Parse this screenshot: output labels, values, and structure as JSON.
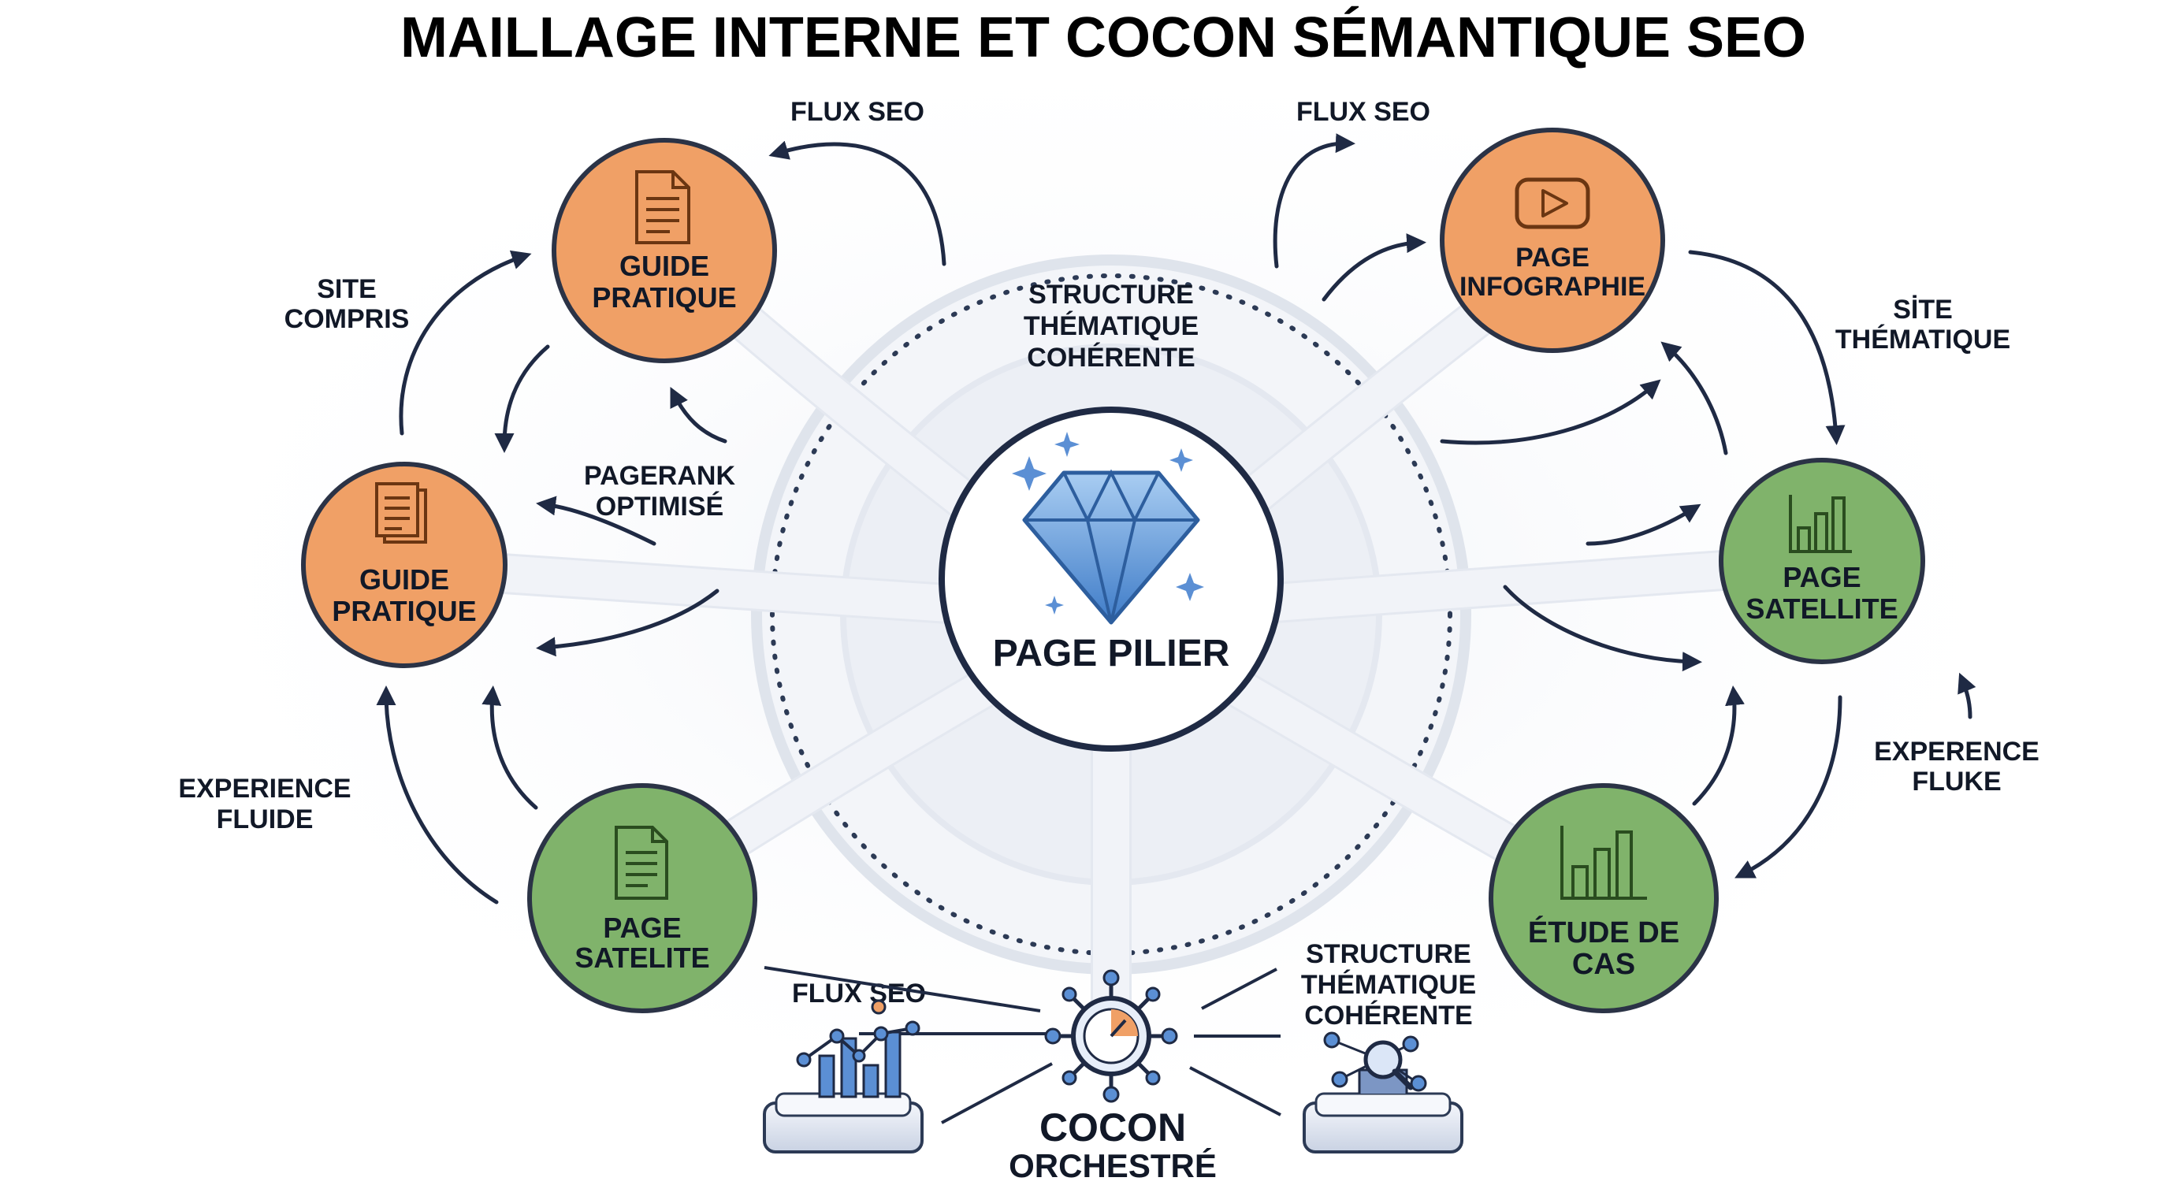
{
  "title": "MAILLAGE INTERNE ET COCON SÉMANTIQUE SEO",
  "center": {
    "label": "PAGE PILIER",
    "icon": "diamond-icon"
  },
  "ring_label": [
    "STRUCTURE",
    "THÉMATIQUE",
    "COHÉRENTE"
  ],
  "nodes": {
    "top_left": {
      "lines": [
        "GUIDE",
        "PRATIQUE"
      ],
      "icon": "document-icon",
      "color": "#f0a066"
    },
    "mid_left": {
      "lines": [
        "GUIDE",
        "PRATIQUE"
      ],
      "icon": "documents-icon",
      "color": "#f0a066"
    },
    "bottom_left": {
      "lines": [
        "PAGE",
        "SATELITE"
      ],
      "icon": "document-icon",
      "color": "#80b36b"
    },
    "top_right": {
      "lines": [
        "PAGE",
        "INFOGRAPHIE"
      ],
      "icon": "video-play-icon",
      "color": "#f0a066"
    },
    "mid_right": {
      "lines": [
        "PAGE",
        "SATELLITE"
      ],
      "icon": "bar-chart-icon",
      "color": "#80b36b"
    },
    "bottom_right": {
      "lines": [
        "ÉTUDE DE",
        "CAS"
      ],
      "icon": "bar-chart-icon",
      "color": "#80b36b"
    }
  },
  "labels": {
    "flux_seo_left": "FLUX SEO",
    "flux_seo_right": "FLUX SEO",
    "site_compris": [
      "SITE",
      "COMPRIS"
    ],
    "site_thematique": [
      "SİTE",
      "THÉMATIQUE"
    ],
    "pagerank": [
      "PAGERANK",
      "OPTIMISÉ"
    ],
    "experience_left": [
      "EXPERIENCE",
      "FLUIDE"
    ],
    "experience_right": [
      "EXPERENCE",
      "FLUKE"
    ],
    "flux_seo_bottom": "FLUX SEO",
    "structure_bottom": [
      "STRUCTURE",
      "THÉMATIQUE",
      "COHÉRENTE"
    ]
  },
  "bottom": {
    "label": [
      "COCON",
      "ORCHESTRÉ"
    ],
    "icon": "timer-gear-icon",
    "left_device_icon": "growth-chart-icon",
    "right_device_icon": "network-search-icon"
  },
  "colors": {
    "orange": "#f0a066",
    "green": "#80b36b",
    "navy": "#1f2a44",
    "blue": "#5b8fd4"
  }
}
